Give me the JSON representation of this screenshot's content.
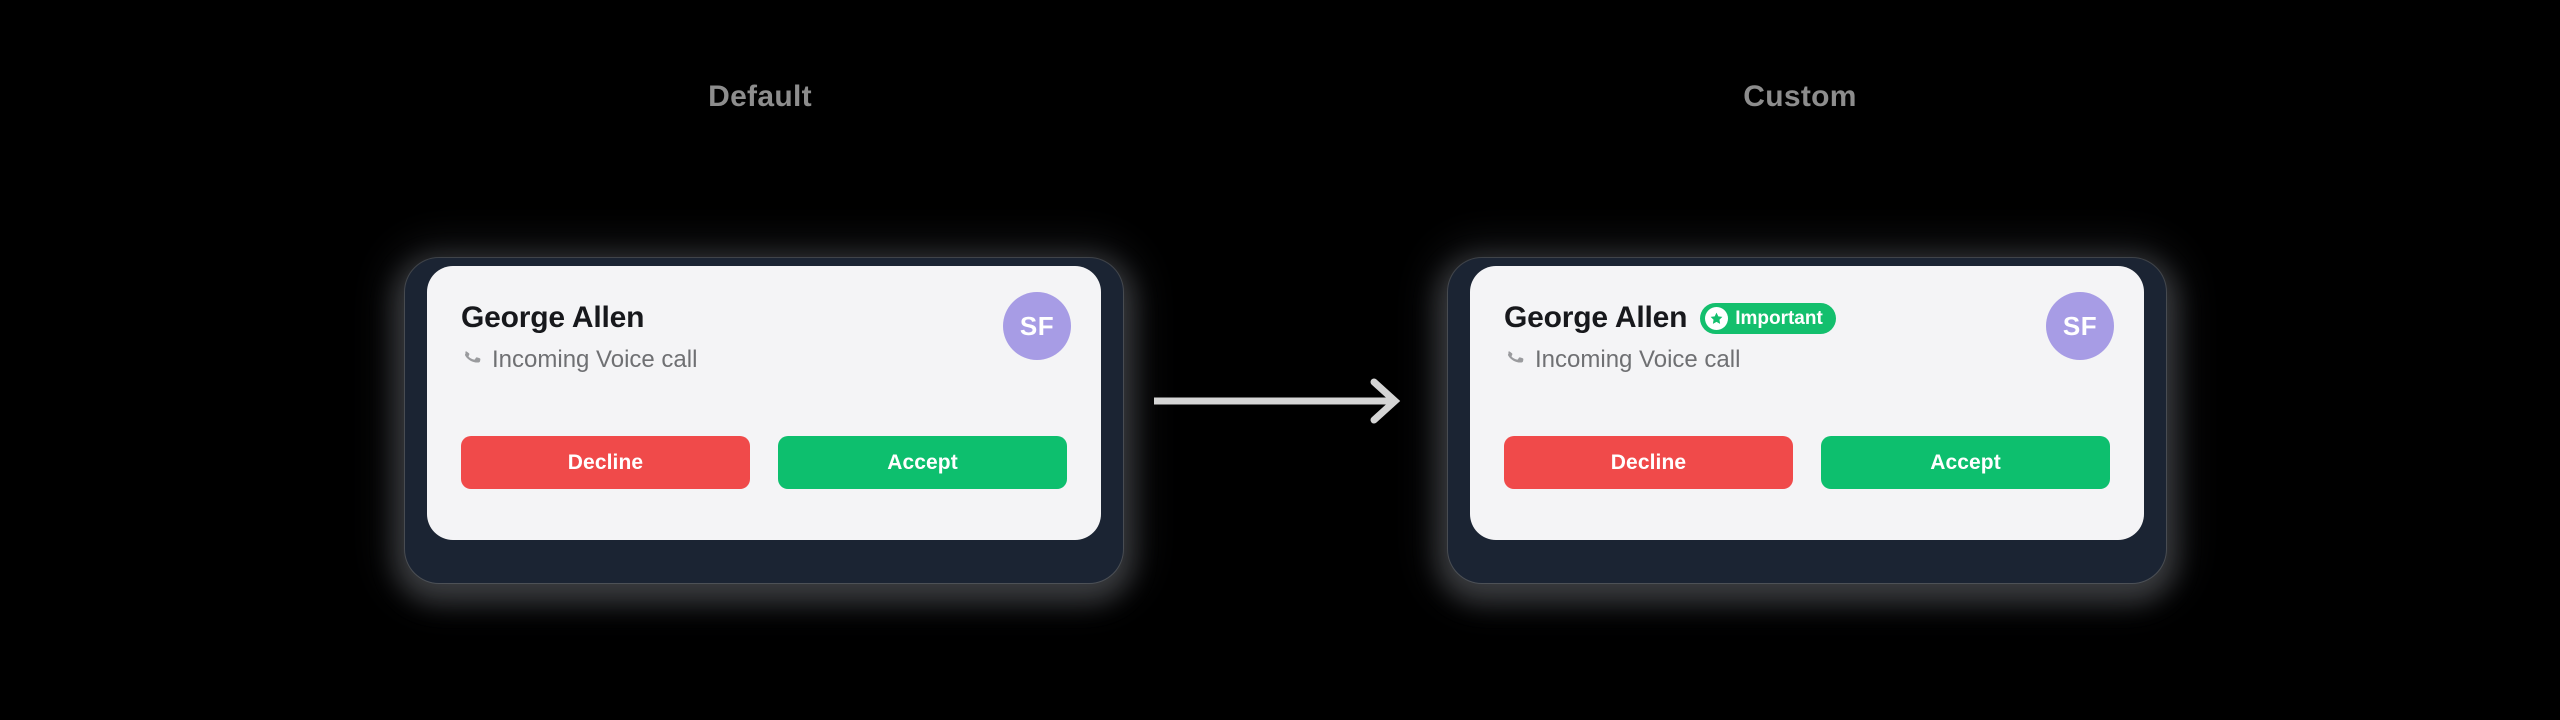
{
  "page": {
    "background_color": "#000000",
    "captions": [
      {
        "id": "default",
        "label": "Default"
      },
      {
        "id": "custom",
        "label": "Custom"
      }
    ]
  },
  "colors": {
    "bezel": "#1b2433",
    "card_surface": "#f4f4f6",
    "caption_text": "#8d8d8d",
    "title_text": "#17181c",
    "subtitle_text": "#6f7073",
    "decline": "#f04a4a",
    "accept": "#0dbf6e",
    "badge_green": "#13bf6d",
    "avatar_purple": "#a79ce5",
    "arrow_gray": "#d5d5d5"
  },
  "arrow": {
    "icon": "arrow-right-icon",
    "direction": "right",
    "color": "#d5d5d5"
  },
  "cards": {
    "default": {
      "caller_name": "George Allen",
      "subtitle": "Incoming Voice call",
      "subtitle_icon": "phone-icon",
      "avatar": {
        "initials": "SF",
        "icon": "avatar",
        "color": "#a79ce5"
      },
      "badge": null,
      "buttons": [
        {
          "id": "decline",
          "label": "Decline",
          "color": "#f04a4a"
        },
        {
          "id": "accept",
          "label": "Accept",
          "color": "#0dbf6e"
        }
      ]
    },
    "custom": {
      "caller_name": "George Allen",
      "subtitle": "Incoming Voice call",
      "subtitle_icon": "phone-icon",
      "avatar": {
        "initials": "SF",
        "icon": "avatar",
        "color": "#a79ce5"
      },
      "badge": {
        "label": "Important",
        "icon": "star-icon",
        "color": "#13bf6d"
      },
      "buttons": [
        {
          "id": "decline",
          "label": "Decline",
          "color": "#f04a4a"
        },
        {
          "id": "accept",
          "label": "Accept",
          "color": "#0dbf6e"
        }
      ]
    }
  }
}
